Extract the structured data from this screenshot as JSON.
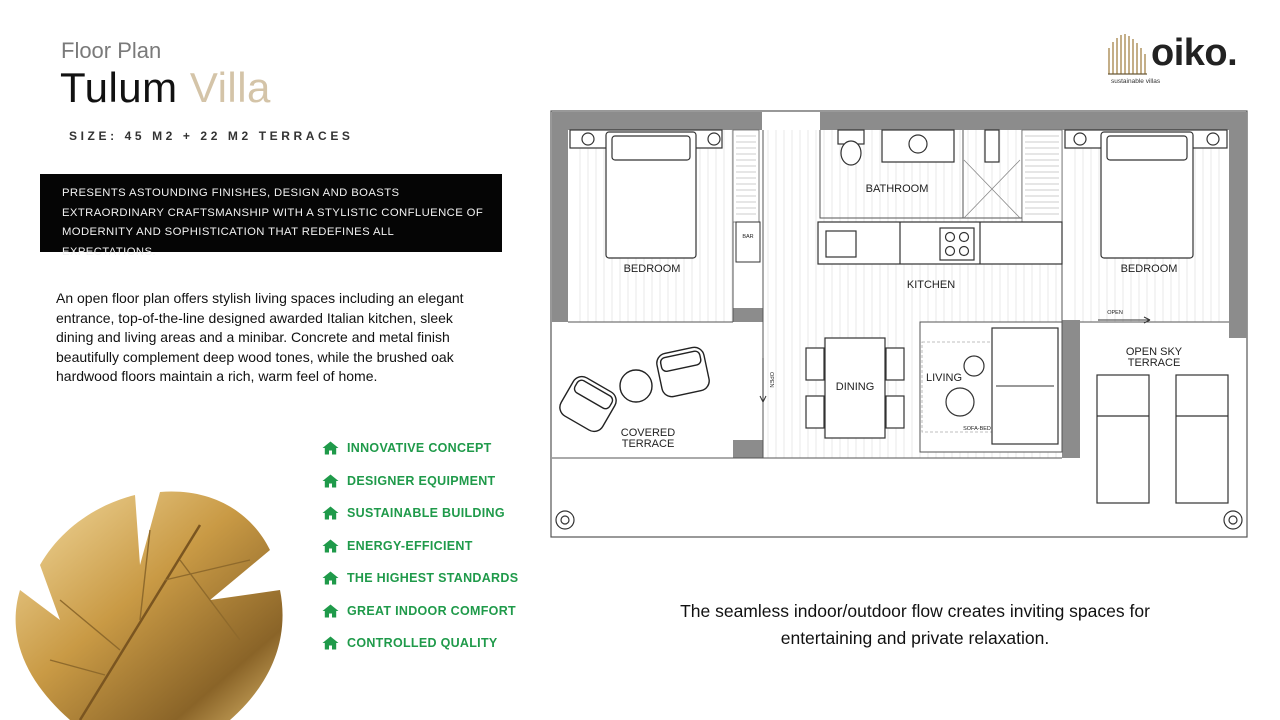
{
  "header": {
    "kicker": "Floor Plan",
    "title_main": "Tulum",
    "title_accent": "Villa",
    "size_line": "SIZE: 45 M2 + 22 M2 TERRACES"
  },
  "banner": {
    "lines": [
      "PRESENTS ASTOUNDING FINISHES, DESIGN AND BOASTS",
      "EXTRAORDINARY CRAFTSMANSHIP WITH A STYLISTIC CONFLUENCE OF",
      "MODERNITY AND SOPHISTICATION THAT REDEFINES ALL EXPECTATIONS."
    ]
  },
  "description": {
    "lines": [
      "An open floor plan offers stylish living spaces including an elegant",
      "entrance, top-of-the-line designed awarded Italian kitchen, sleek",
      "dining and living areas and a minibar. Concrete and metal finish",
      "beautifully complement deep wood tones, while the brushed oak",
      "hardwood floors maintain a rich, warm feel of home."
    ]
  },
  "features": [
    {
      "label": "Innovative Concept",
      "icon": "house-icon"
    },
    {
      "label": "Designer Equipment",
      "icon": "house-icon"
    },
    {
      "label": "Sustainable building",
      "icon": "house-icon"
    },
    {
      "label": "Energy-efficient",
      "icon": "house-icon"
    },
    {
      "label": "The highest standards",
      "icon": "house-icon"
    },
    {
      "label": "Great indoor comfort",
      "icon": "house-icon"
    },
    {
      "label": "Controlled quality",
      "icon": "house-icon"
    }
  ],
  "tagline": {
    "line1": "The seamless indoor/outdoor flow creates inviting spaces for",
    "line2": "entertaining and private relaxation."
  },
  "logo": {
    "word": "oiko.",
    "subtitle": "sustainable villas"
  },
  "floor_plan": {
    "rooms": {
      "bedroom_left": "BEDROOM",
      "bathroom": "BATHROOM",
      "kitchen": "KITCHEN",
      "bedroom_right": "BEDROOM",
      "dining": "DINING",
      "living": "LIVING",
      "open_sky_1": "OPEN SKY",
      "open_sky_2": "TERRACE",
      "covered_1": "COVERED",
      "covered_2": "TERRACE"
    },
    "small_labels": {
      "bar": "BAR",
      "open_right": "OPEN",
      "open_mid": "OPEN",
      "sofa_bed": "SOFA-BED"
    }
  },
  "colors": {
    "feature_green": "#1f9a4a",
    "accent_beige": "#d4c4a8",
    "banner_bg": "#050505",
    "wall_gray": "#8c8c8c"
  }
}
